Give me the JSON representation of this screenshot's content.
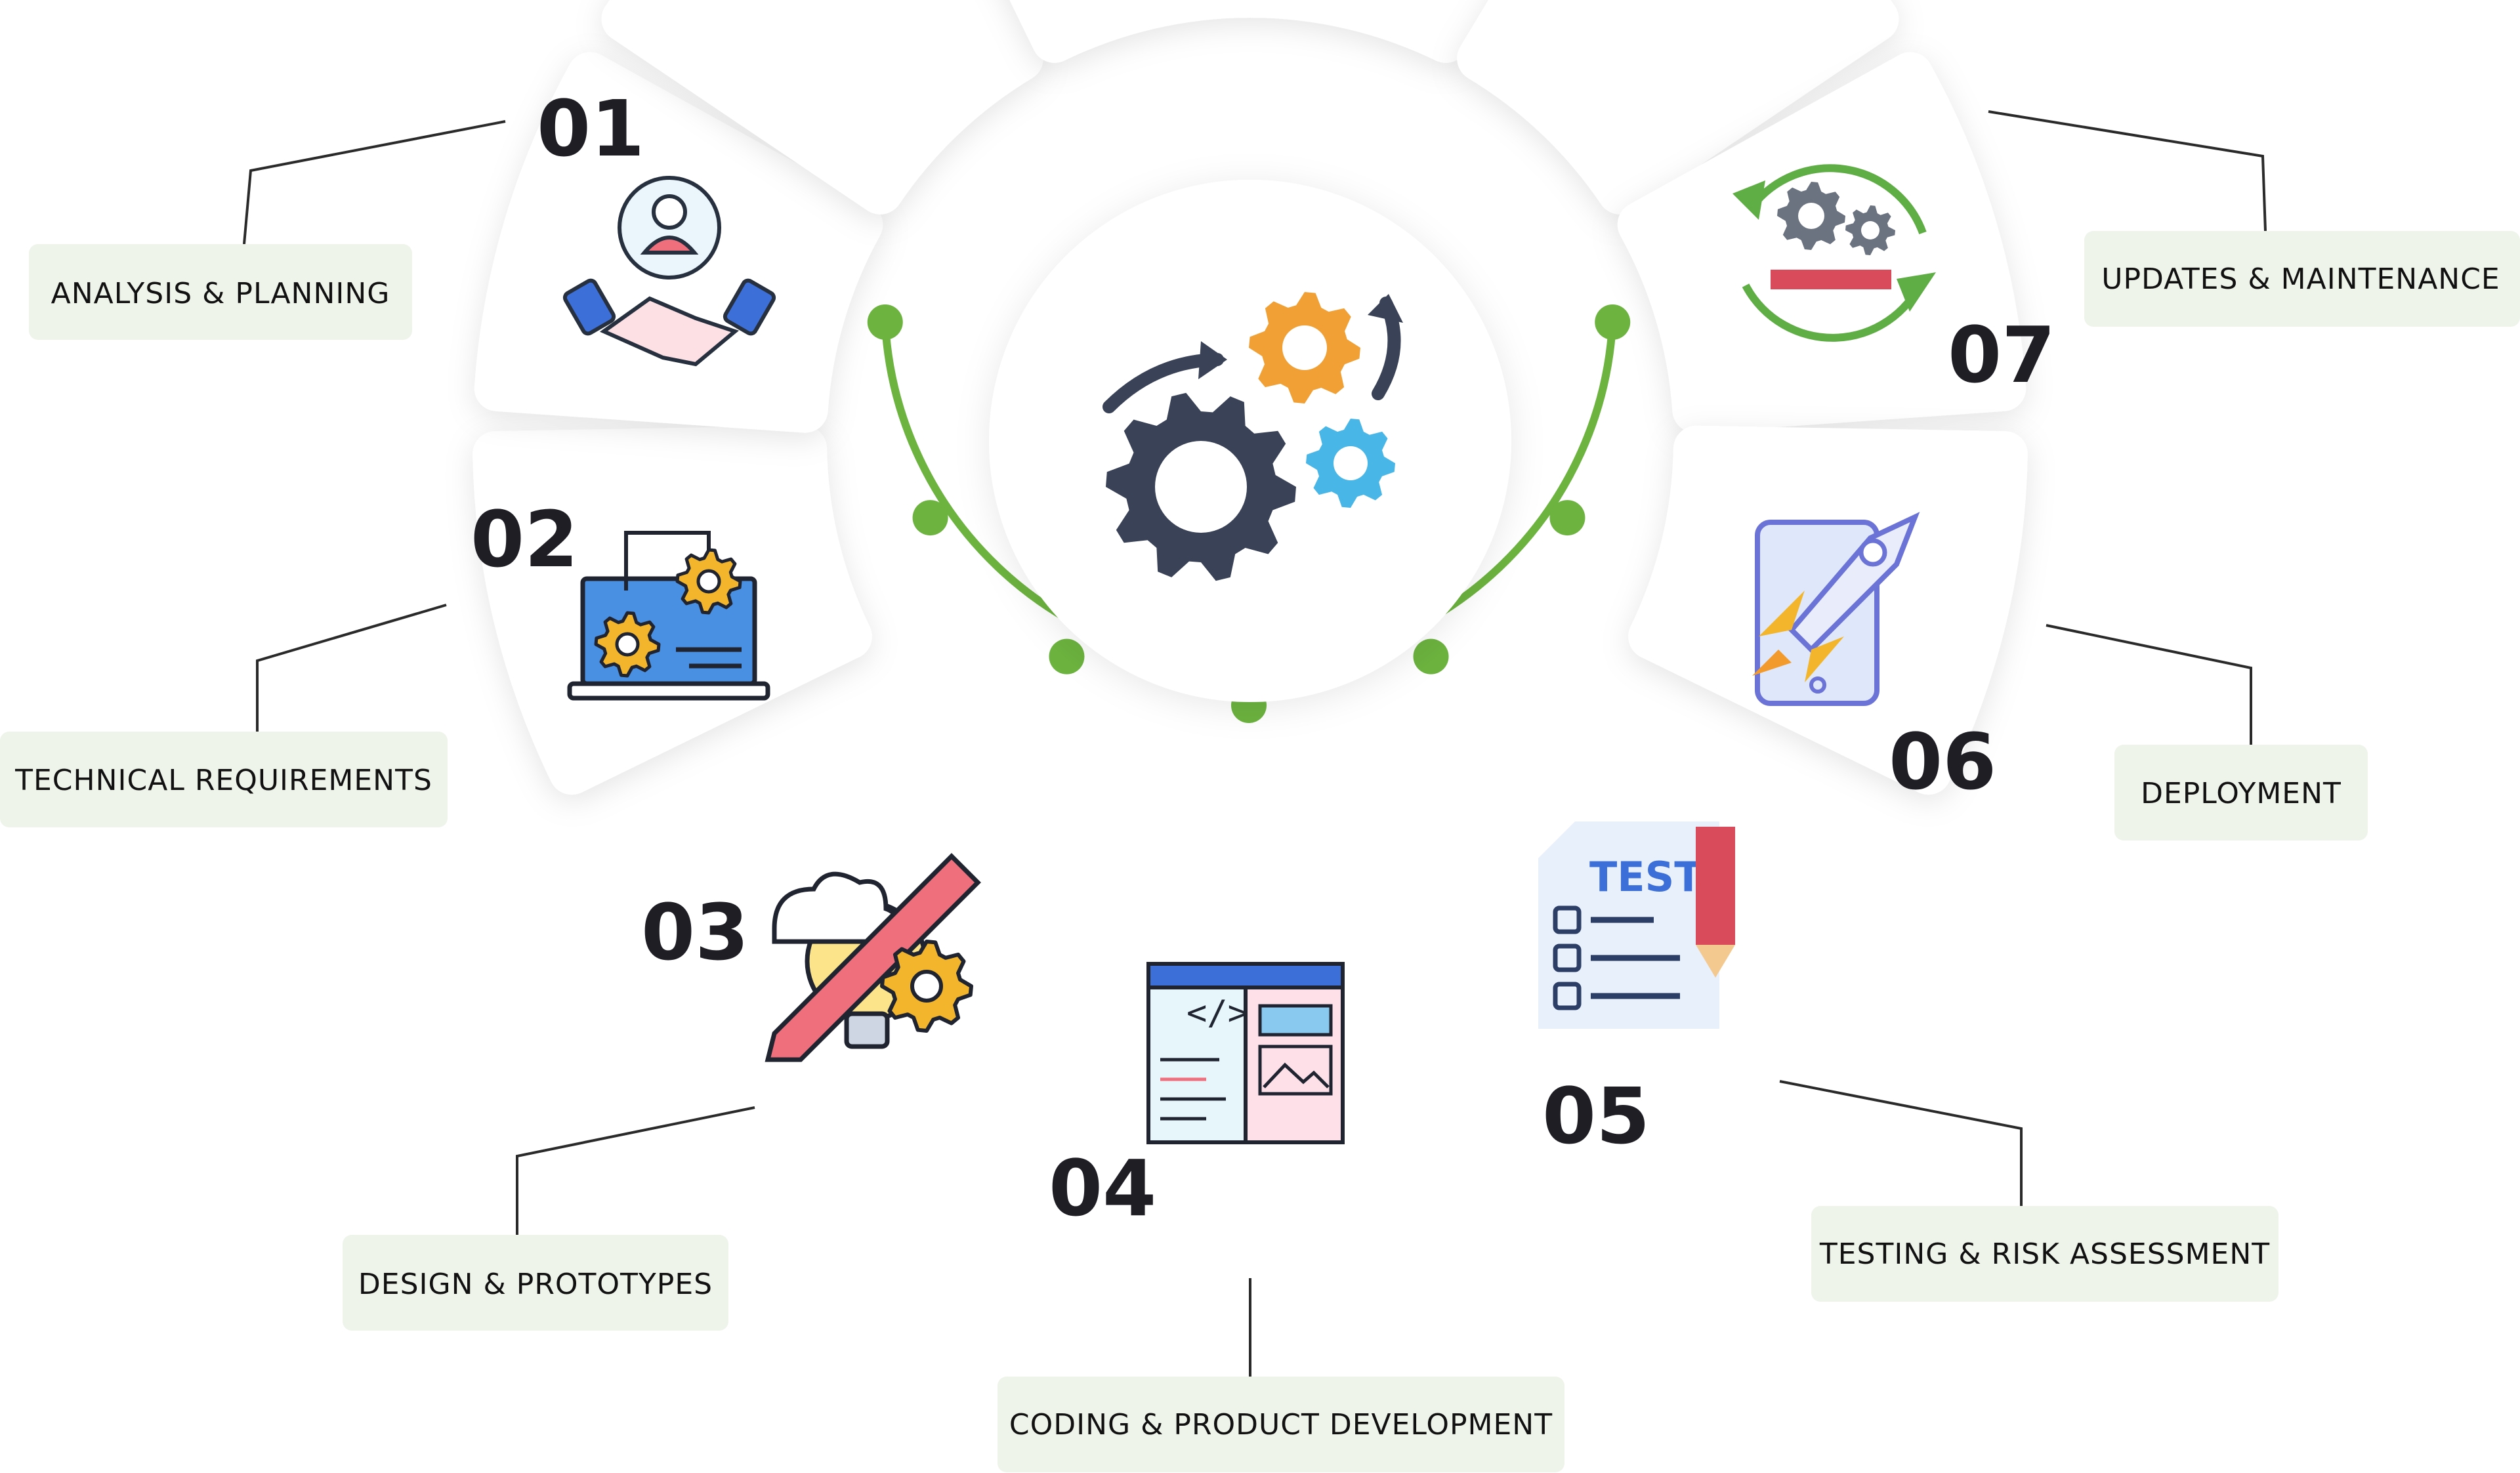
{
  "colors": {
    "accent": "#6cb33f",
    "label_bg": "#eef4ea",
    "segment_fill": "#ffffff",
    "number_text": "#1e1e24",
    "connector": "#2a2a2a"
  },
  "steps": [
    {
      "number": "01",
      "label": "ANALYSIS & PLANNING",
      "icon": "handshake-icon"
    },
    {
      "number": "02",
      "label": "TECHNICAL REQUIREMENTS",
      "icon": "laptop-gears-icon"
    },
    {
      "number": "03",
      "label": "DESIGN & PROTOTYPES",
      "icon": "lightbulb-pencil-icon"
    },
    {
      "number": "04",
      "label": "CODING & PRODUCT DEVELOPMENT",
      "icon": "code-window-icon"
    },
    {
      "number": "05",
      "label": "TESTING & RISK ASSESSMENT",
      "icon": "test-checklist-icon"
    },
    {
      "number": "06",
      "label": "DEPLOYMENT",
      "icon": "rocket-phone-icon"
    },
    {
      "number": "07",
      "label": "UPDATES & MAINTENANCE",
      "icon": "gears-cycle-icon"
    }
  ],
  "center": {
    "icon": "center-gears-icon"
  }
}
